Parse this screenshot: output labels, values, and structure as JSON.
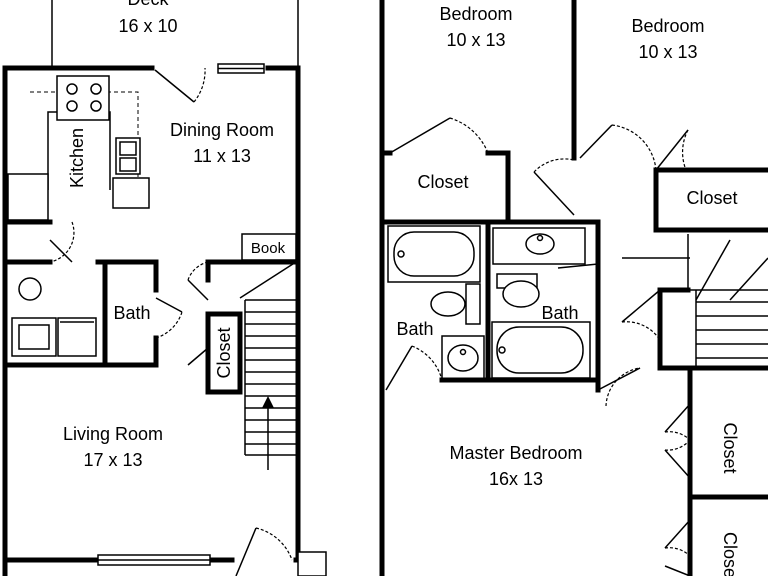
{
  "rooms": {
    "deck": {
      "name": "Deck",
      "size": "16 x 10"
    },
    "dining": {
      "name": "Dining Room",
      "size": "11 x 13"
    },
    "kitchen": {
      "name": "Kitchen"
    },
    "bath_down": {
      "name": "Bath"
    },
    "closet_down": {
      "name": "Closet"
    },
    "book": {
      "name": "Book"
    },
    "living": {
      "name": "Living Room",
      "size": "17 x 13"
    },
    "bedroom_left": {
      "name": "Bedroom",
      "size": "10 x 13"
    },
    "bedroom_right": {
      "name": "Bedroom",
      "size": "10 x 13"
    },
    "closet_left": {
      "name": "Closet"
    },
    "closet_right": {
      "name": "Closet"
    },
    "bath_up_left": {
      "name": "Bath"
    },
    "bath_up_right": {
      "name": "Bath"
    },
    "master": {
      "name": "Master Bedroom",
      "size": "16x 13"
    },
    "closet_master_1": {
      "name": "Closet"
    },
    "closet_master_2": {
      "name": "Closet"
    }
  }
}
